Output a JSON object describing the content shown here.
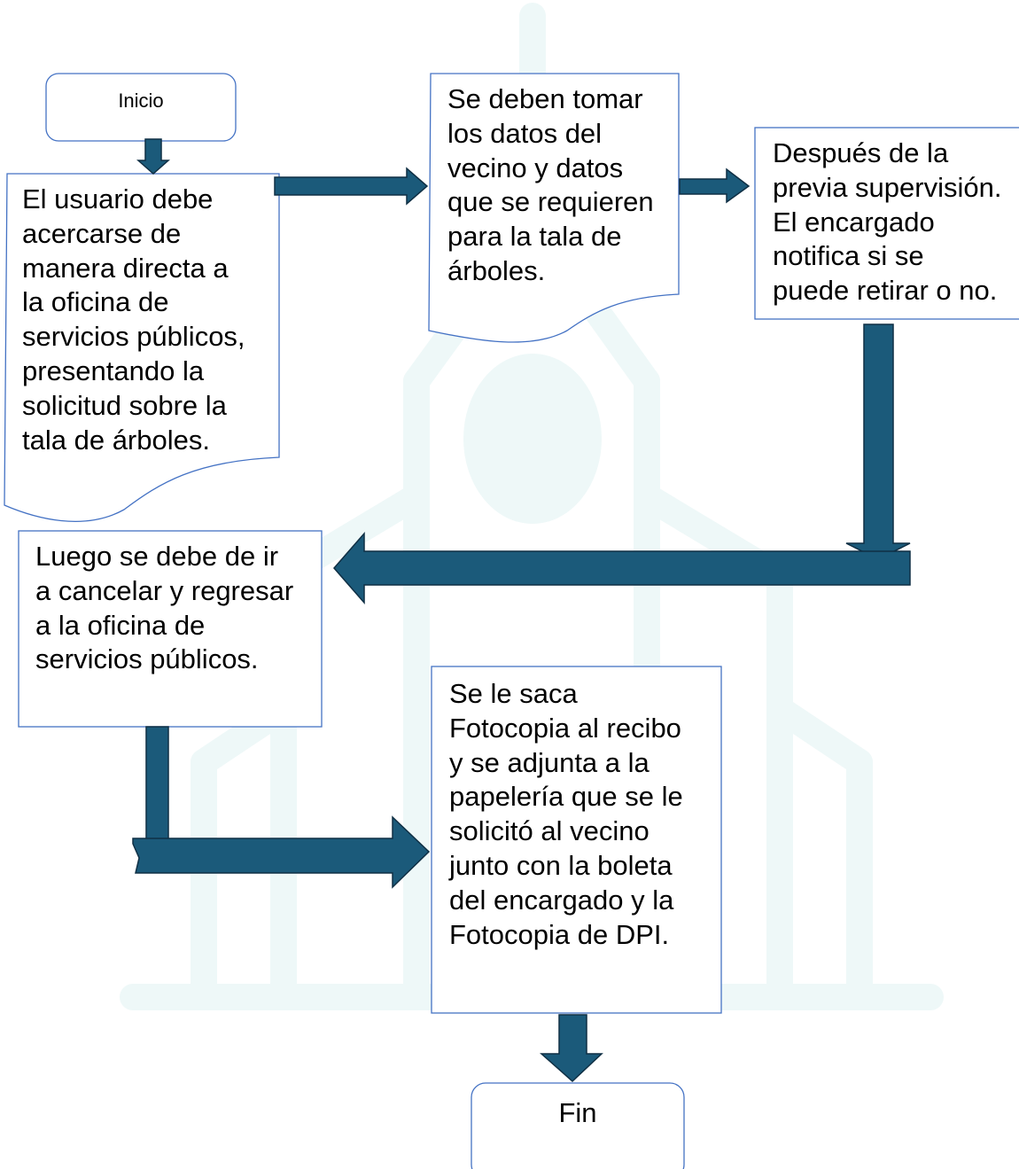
{
  "flowchart": {
    "start_label": "Inicio",
    "step1_text": "El usuario debe\nacercarse de\nmanera directa a\nla oficina de\nservicios públicos,\npresentando la\nsolicitud sobre la\ntala de árboles.",
    "step2_text": "Se deben tomar\nlos datos del\nvecino y datos\nque se requieren\npara la tala de\nárboles.",
    "step3_text": "Después de la\nprevia supervisión.\nEl encargado\nnotifica si se\npuede retirar o no.",
    "step4_text": "Luego se debe de ir\na cancelar y regresar\na la oficina de\nservicios públicos.",
    "step5_text": "Se le saca\nFotocopia al recibo\ny se adjunta a la\npapelería que se le\nsolicitó al vecino\njunto con la boleta\ndel encargado y la\nFotocopia de DPI.",
    "end_label": "Fin"
  },
  "colors": {
    "arrow_fill": "#1b5a7a",
    "arrow_stroke": "#0f2f44",
    "shape_stroke": "#4472c4",
    "watermark": "#eef8f8",
    "text": "#000000"
  }
}
